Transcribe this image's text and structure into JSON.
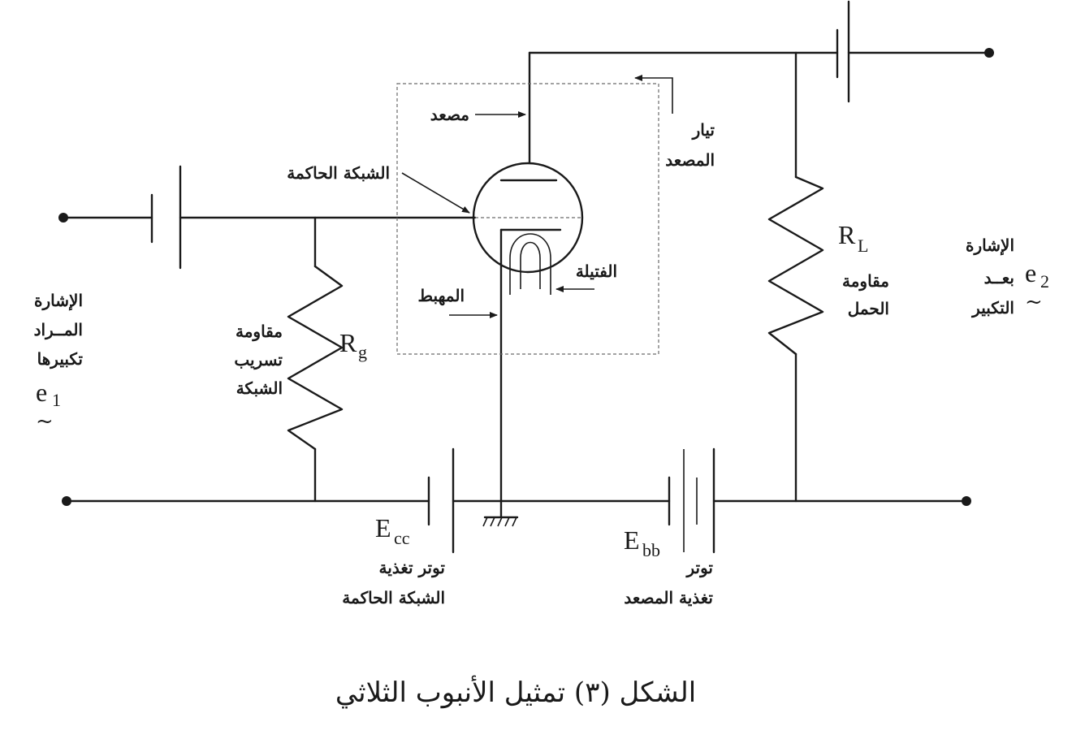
{
  "labels": {
    "anode": "مصعد",
    "anode_current_1": "تيار",
    "anode_current_2": "المصعد",
    "control_grid": "الشبكة الحاكمة",
    "filament": "الفتيلة",
    "cathode": "المهبط",
    "input_signal_1": "الإشارة",
    "input_signal_2": "المــراد",
    "input_signal_3": "تكبيرها",
    "grid_leak_1": "مقاومة",
    "grid_leak_2": "تسريب",
    "grid_leak_3": "الشبكة",
    "load_1": "مقاومة",
    "load_2": "الحمل",
    "output_signal_1": "الإشارة",
    "output_signal_2": "بعــد",
    "output_signal_3": "التكبير",
    "grid_supply_1": "توتر تغذية",
    "grid_supply_2": "الشبكة الحاكمة",
    "anode_supply_1": "توتر",
    "anode_supply_2": "تغذية المصعد"
  },
  "symbols": {
    "e1": "e",
    "e1_sub": "1",
    "e2": "e",
    "e2_sub": "2",
    "tilde": "~",
    "rg": "R",
    "rg_sub": "g",
    "rl": "R",
    "rl_sub": "L",
    "ecc": "E",
    "ecc_sub": "cc",
    "ebb": "E",
    "ebb_sub": "bb"
  },
  "caption": "الشكل (٣) تمثيل الأنبوب الثلاثي",
  "colors": {
    "ink": "#1a1a1a",
    "box": "#6a6a6a",
    "background": "#ffffff"
  }
}
